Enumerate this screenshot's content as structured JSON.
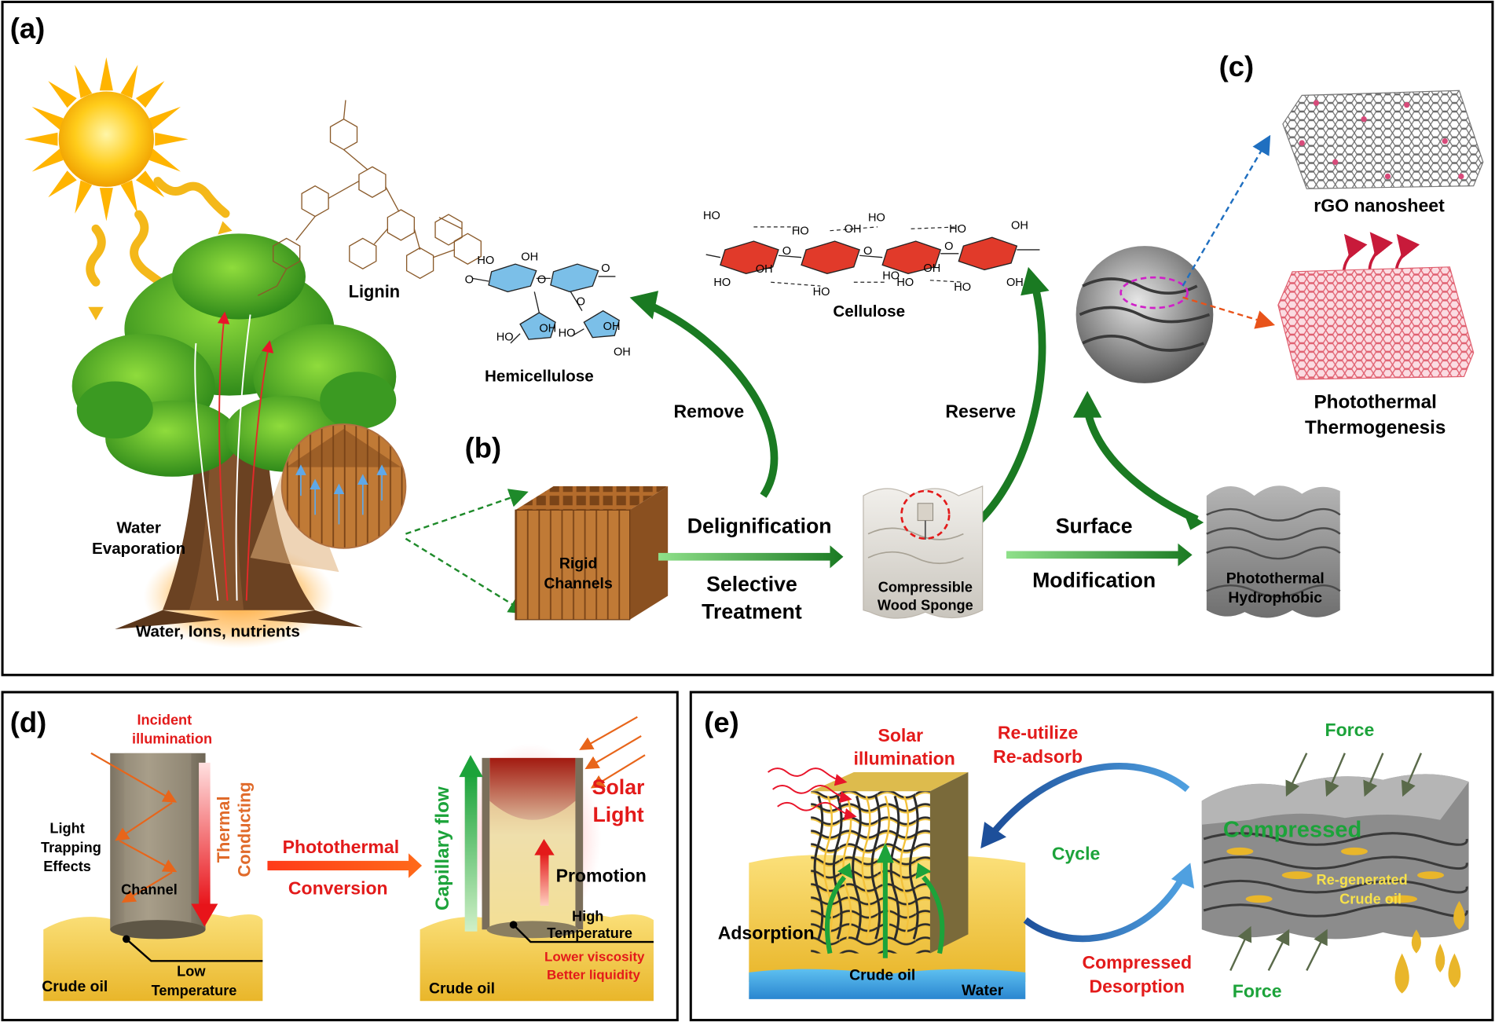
{
  "panels": {
    "a": {
      "label": "(a)"
    },
    "b": {
      "label": "(b)"
    },
    "c": {
      "label": "(c)"
    },
    "d": {
      "label": "(d)"
    },
    "e": {
      "label": "(e)"
    }
  },
  "panel_a": {
    "lignin": "Lignin",
    "hemicellulose": "Hemicellulose",
    "cellulose": "Cellulose",
    "water_evaporation_1": "Water",
    "water_evaporation_2": "Evaporation",
    "water_ions": "Water, Ions, nutrients",
    "remove": "Remove",
    "reserve": "Reserve"
  },
  "panel_b": {
    "rigid_1": "Rigid",
    "rigid_2": "Channels",
    "delignification": "Delignification",
    "selective": "Selective",
    "treatment": "Treatment",
    "sponge_1": "Compressible",
    "sponge_2": "Wood Sponge",
    "surface": "Surface",
    "modification": "Modification",
    "photothermal": "Photothermal",
    "hydrophobic": "Hydrophobic"
  },
  "panel_c": {
    "rgo": "rGO nanosheet",
    "photothermal_1": "Photothermal",
    "photothermal_2": "Thermogenesis"
  },
  "panel_d": {
    "incident_1": "Incident",
    "incident_2": "illumination",
    "light_1": "Light",
    "light_2": "Trapping",
    "light_3": "Effects",
    "channel": "Channel",
    "thermal": "Thermal",
    "conducting": "Conducting",
    "crude_oil_left": "Crude oil",
    "low_1": "Low",
    "low_2": "Temperature",
    "photothermal": "Photothermal",
    "conversion": "Conversion",
    "capillary": "Capillary flow",
    "solar_1": "Solar",
    "solar_2": "Light",
    "promotion": "Promotion",
    "high_1": "High",
    "high_2": "Temperature",
    "lower_viscosity": "Lower viscosity",
    "better_liquidity": "Better liquidity",
    "crude_oil_right": "Crude oil"
  },
  "panel_e": {
    "solar_1": "Solar",
    "solar_2": "illumination",
    "reutilize": "Re-utilize",
    "readsorb": "Re-adsorb",
    "force_top": "Force",
    "compressed": "Compressed",
    "cycle": "Cycle",
    "regenerated_1": "Re-generated",
    "regenerated_2": "Crude oil",
    "adsorption": "Adsorption",
    "crude_oil": "Crude oil",
    "water": "Water",
    "compressed_desorption_1": "Compressed",
    "compressed_desorption_2": "Desorption",
    "force_bottom": "Force"
  },
  "molecules": {
    "hemicellulose_groups": [
      "HO",
      "OH",
      "O",
      "O",
      "O",
      "O",
      "HO",
      "OH",
      "HO",
      "OH",
      "OH"
    ],
    "cellulose_groups": [
      "HO",
      "HO",
      "OH",
      "HO",
      "OH",
      "HO",
      "OH",
      "OH",
      "HO",
      "OH",
      "HO",
      "HO",
      "OH",
      "HO",
      "O",
      "O",
      "O"
    ]
  },
  "colors": {
    "accent_red": "#e0201b",
    "accent_green": "#16a34a",
    "accent_orange": "#e07a2c",
    "wood": "#b06a2a",
    "sponge_gray": "#8a8a8a",
    "rgo_pink": "#e86c7a",
    "oil_yellow": "#f3c23c"
  }
}
